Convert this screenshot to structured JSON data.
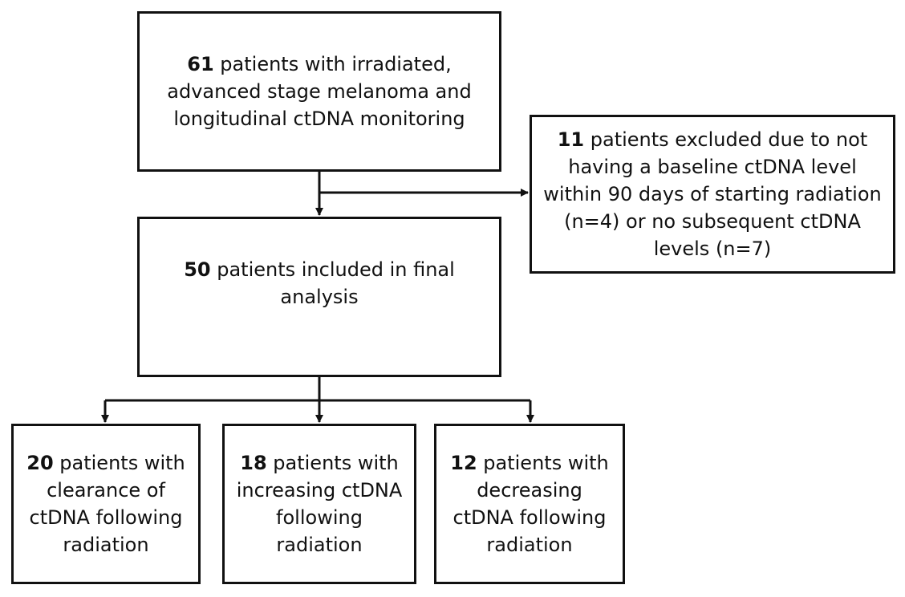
{
  "flowchart": {
    "total": {
      "count": "61",
      "text": " patients with irradiated, advanced stage melanoma and longitudinal ctDNA monitoring"
    },
    "excluded": {
      "count": "11",
      "text": " patients excluded due to not having a baseline ctDNA level within 90 days of starting radiation (n=4) or no subsequent ctDNA levels (n=7)"
    },
    "included": {
      "count": "50",
      "text": " patients included in final analysis"
    },
    "outcomes": [
      {
        "count": "20",
        "text": " patients with clearance of ctDNA following radiation"
      },
      {
        "count": "18",
        "text": " patients with increasing ctDNA following radiation"
      },
      {
        "count": "12",
        "text": " patients with decreasing ctDNA following radiation"
      }
    ]
  }
}
